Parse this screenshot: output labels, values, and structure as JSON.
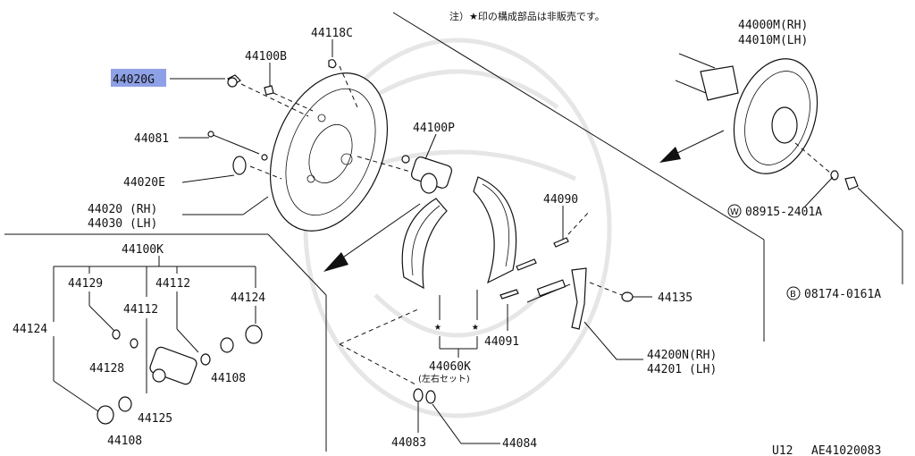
{
  "note": "注）★印の構成部品は非販売です。",
  "footer": {
    "code": "U12",
    "ref": "AE41020083"
  },
  "highlight_color": "#8ea0e6",
  "labels": {
    "p44020G": "44020G",
    "p44100B": "44100B",
    "p44118C": "44118C",
    "p44081": "44081",
    "p44020E": "44020E",
    "p44020rh": "44020 (RH)",
    "p44030lh": "44030 (LH)",
    "p44100P": "44100P",
    "p44090": "44090",
    "p44000M": "44000M(RH)",
    "p44010M": "44010M(LH)",
    "p08915": "08915-2401A",
    "p08174": "08174-0161A",
    "w_mark": "W",
    "b_mark": "B",
    "p44100K": "44100K",
    "p44129": "44129",
    "p44112a": "44112",
    "p44112b": "44112",
    "p44124a": "44124",
    "p44124b": "44124",
    "p44128": "44128",
    "p44108a": "44108",
    "p44108b": "44108",
    "p44125": "44125",
    "p44135": "44135",
    "p44091": "44091",
    "p44200N": "44200N(RH)",
    "p44201": "44201  (LH)",
    "p44060K": "44060K",
    "p_set": "(左右セット)",
    "p44083": "44083",
    "p44084": "44084",
    "star": "★"
  }
}
